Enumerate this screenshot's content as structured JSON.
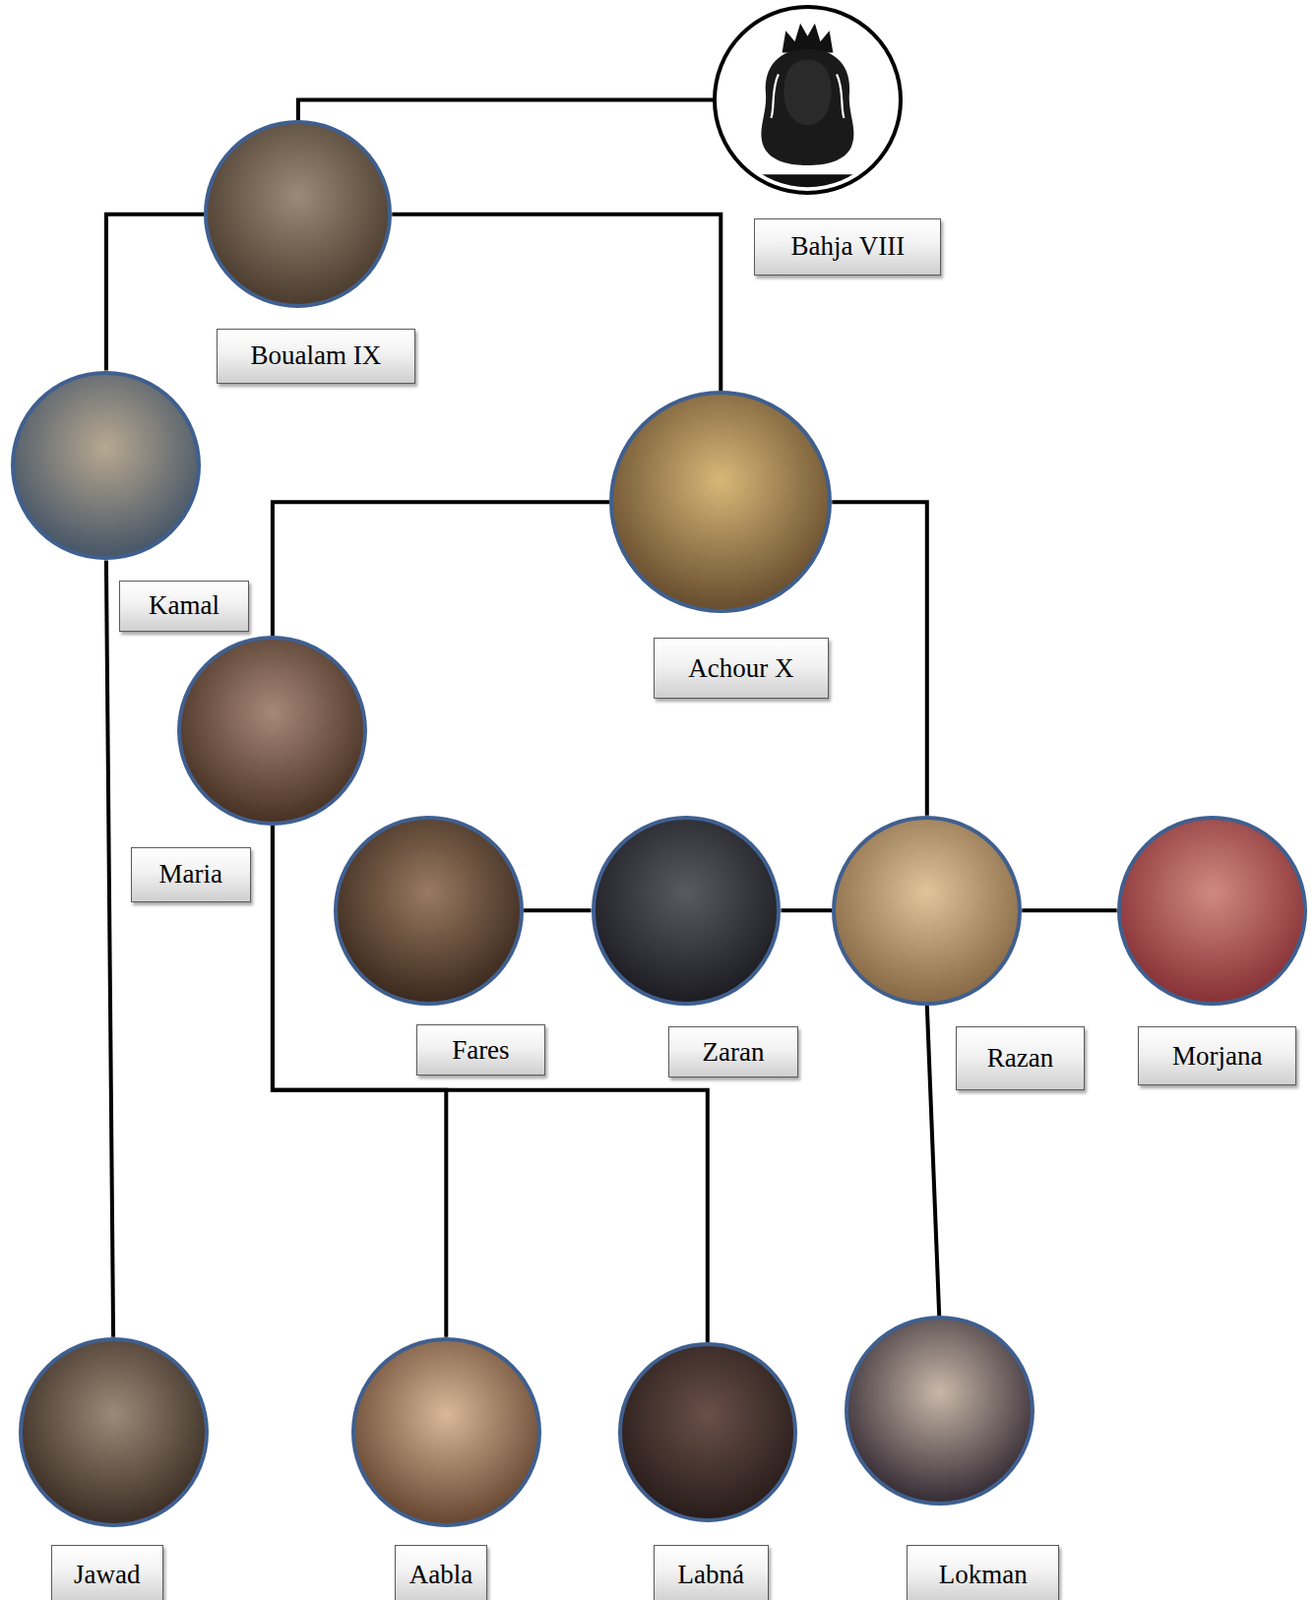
{
  "diagram": {
    "nodes": [
      {
        "text": [
          "Bahja VIII"
        ]
      },
      {
        "text": [
          "Boualam IX"
        ]
      },
      {
        "text": [
          "Kamal"
        ]
      },
      {
        "text": [
          "Achour X"
        ]
      },
      {
        "text": [
          "Maria"
        ]
      },
      {
        "text": [
          "Fares"
        ]
      },
      {
        "text": [
          "Zaran"
        ]
      },
      {
        "text": [
          "Razan"
        ]
      },
      {
        "text": [
          "Morjana"
        ]
      },
      {
        "text": [
          "Jawad"
        ]
      },
      {
        "text": [
          "Aabla"
        ]
      },
      {
        "text": [
          "Labná"
        ]
      },
      {
        "text": [
          "Lokman"
        ]
      }
    ],
    "edges": [
      {
        "from": 0,
        "to": 1,
        "arrow": "none"
      },
      {
        "from": 1,
        "to": 2,
        "arrow": "none"
      },
      {
        "from": 1,
        "to": 3,
        "arrow": "none"
      },
      {
        "from": 3,
        "to": 4,
        "arrow": "none"
      },
      {
        "from": 3,
        "to": 7,
        "arrow": "none"
      },
      {
        "from": 2,
        "to": 9,
        "arrow": "none"
      },
      {
        "from": 4,
        "to": 10,
        "arrow": "none"
      },
      {
        "from": 4,
        "to": 11,
        "arrow": "none"
      },
      {
        "from": 5,
        "to": 6,
        "arrow": "none"
      },
      {
        "from": 6,
        "to": 7,
        "arrow": "none"
      },
      {
        "from": 7,
        "to": 8,
        "arrow": "none"
      },
      {
        "from": 7,
        "to": 12,
        "arrow": "none"
      }
    ]
  }
}
